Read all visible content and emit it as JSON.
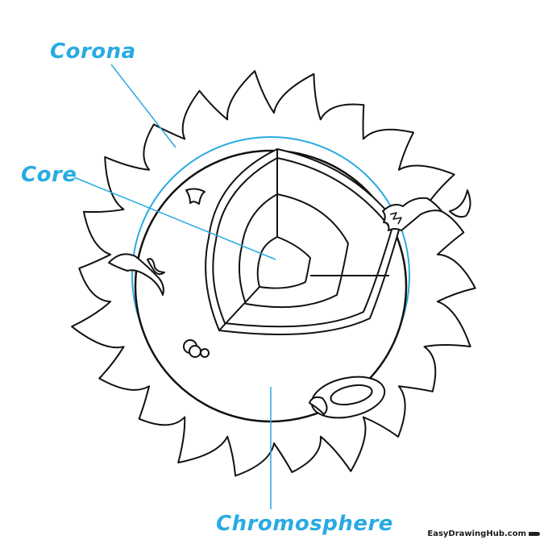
{
  "labels": {
    "corona": "Corona",
    "core": "Core",
    "chromosphere": "Chromosphere"
  },
  "watermark": "EasyDrawingHub.com",
  "colors": {
    "label": "#29abe2",
    "line": "#29abe2",
    "ink": "#111111"
  }
}
